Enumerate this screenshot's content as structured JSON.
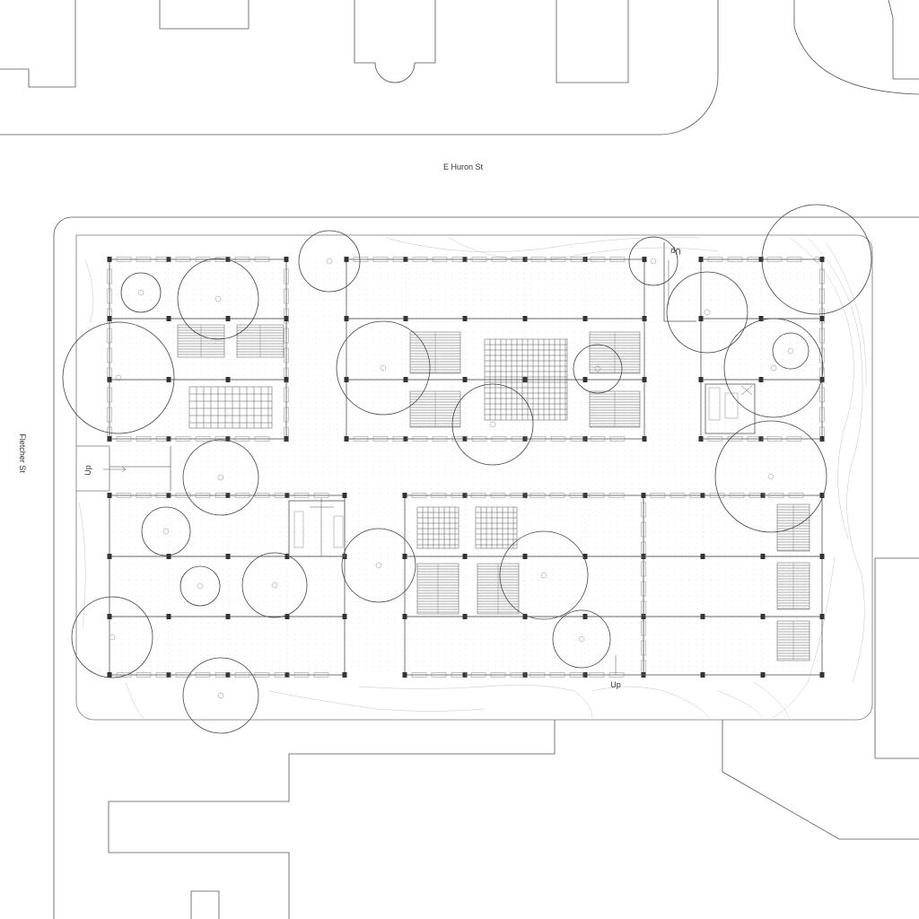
{
  "labels": {
    "street_top": "E Huron St",
    "street_left": "Fletcher St",
    "up_left": "Up",
    "up_top": "Up",
    "up_bottom": "Up"
  },
  "colors": {
    "linework": "#555555",
    "background": "#ffffff"
  },
  "icons": {
    "tree": "tree-canopy-circle",
    "column": "structural-column-square",
    "stair": "stair-hatch"
  }
}
